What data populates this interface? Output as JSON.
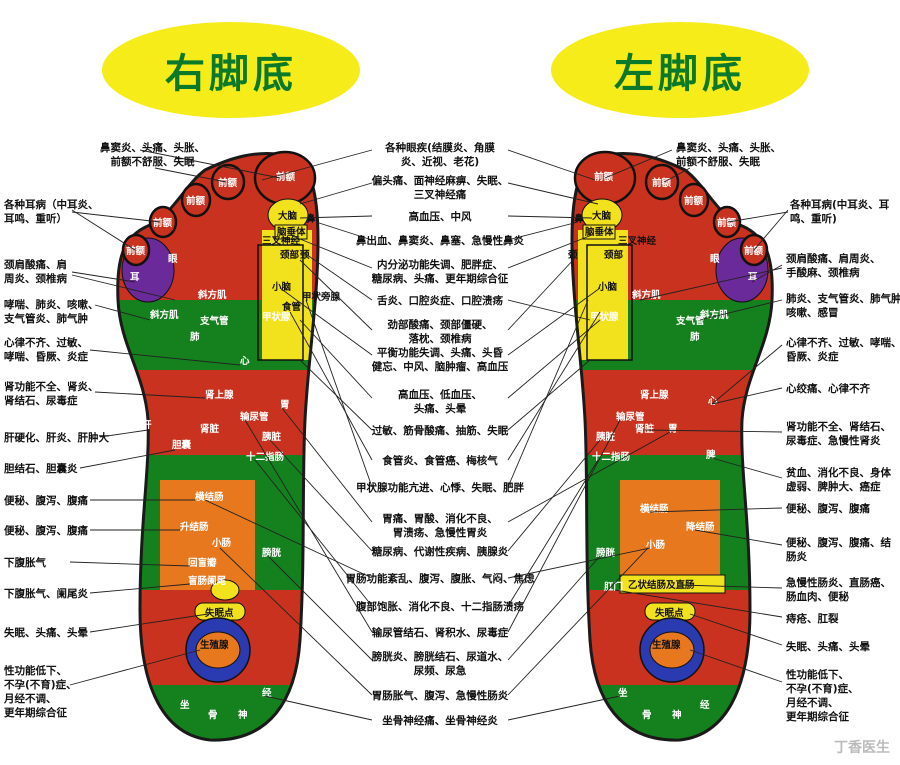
{
  "titles": {
    "right": "右脚底",
    "left": "左脚底"
  },
  "left_col": [
    "鼻窦炎、头痛、头胀、\n前额不舒服、失眠",
    "各种耳病（中耳炎、\n耳鸣、重听）",
    "颈肩酸痛、肩\n周炎、颈椎病",
    "哮喘、肺炎、咳嗽、\n支气管炎、肺气肿",
    "心律不齐、过敏、\n哮喘、昏厥、炎症",
    "肾功能不全、肾炎、\n肾结石、尿毒症",
    "肝硬化、肝炎、肝肿大",
    "胆结石、胆囊炎",
    "便秘、腹泻、腹痛",
    "便秘、腹泻、腹痛",
    "下腹胀气",
    "下腹胀气、阑尾炎",
    "失眠、头痛、头晕",
    "性功能低下、\n不孕(不育)症、\n月经不调、\n更年期综合征"
  ],
  "center_col": [
    "各种眼疾(结膜炎、角膜\n炎、近视、老花)",
    "偏头痛、面神经麻痹、失眠、\n三叉神经痛",
    "高血压、中风",
    "鼻出血、鼻窦炎、鼻塞、急慢性鼻炎",
    "内分泌功能失调、肥胖症、\n糖尿病、头痛、更年期综合征",
    "舌炎、口腔炎症、口腔溃疡",
    "劲部酸痛、颈部僵硬、\n落枕、颈椎病",
    "平衡功能失调、头痛、头昏\n健忘、中风、脑肿瘤、高血压",
    "高血压、低血压、\n头痛、头晕",
    "过敏、筋骨酸痛、抽筋、失眠",
    "食管炎、食管癌、梅核气",
    "甲状腺功能亢进、心悸、失眠、肥胖",
    "胃痛、胃酸、消化不良、\n胃溃疡、急慢性胃炎",
    "糖尿病、代谢性疾病、胰腺炎",
    "胃肠功能紊乱、腹泻、腹胀、气闷、焦虑",
    "腹部饱胀、消化不良、十二指肠溃疡",
    "输尿管结石、肾积水、尿毒症",
    "膀胱炎、膀胱结石、尿道水、\n尿频、尿急",
    "胃肠胀气、腹泻、急慢性肠炎",
    "坐骨神经痛、坐骨神经炎"
  ],
  "right_col": [
    "鼻窦炎、头痛、头胀、\n前额不舒服、失眠",
    "各种耳病(中耳炎、耳\n鸣、重听)",
    "颈肩酸痛、肩周炎、\n手酸麻、颈椎病",
    "肺炎、支气管炎、肺气肿\n咳嗽、感冒",
    "心律不齐、过敏、哮喘、\n昏厥、炎症",
    "心绞痛、心律不齐",
    "肾功能不全、肾结石、\n尿毒症、急慢性肾炎",
    "贫血、消化不良、身体\n虚弱、脾肿大、癌症",
    "便秘、腹泻、腹痛",
    "便秘、腹泻、腹痛、结\n肠炎",
    "急慢性肠炎、直肠癌、\n肠血肉、便秘",
    "痔疮、肛裂",
    "失眠、头痛、头晕",
    "性功能低下、\n不孕(不育)症、\n月经不调、\n更年期综合征"
  ],
  "zones_right": [
    "前额",
    "前额",
    "前额",
    "前额",
    "前额",
    "大脑",
    "脑垂体",
    "颈",
    "眼",
    "耳",
    "斜方肌",
    "斜方肌",
    "肺",
    "支气管",
    "心",
    "肾上腺",
    "肾脏",
    "肝",
    "胆囊",
    "胃",
    "胰脏",
    "十二指肠",
    "横结肠",
    "升结肠",
    "回盲瓣",
    "盲肠阑尾",
    "小肠",
    "膀胱",
    "输尿管",
    "失眠点",
    "生殖腺",
    "坐",
    "骨",
    "神",
    "经",
    "鼻",
    "三叉神经",
    "颈部",
    "小脑",
    "甲状腺",
    "食管",
    "甲状旁腺"
  ],
  "zones_left": [
    "前额",
    "前额",
    "前额",
    "前额",
    "前额",
    "大脑",
    "脑垂体",
    "鼻",
    "颈",
    "眼",
    "耳",
    "斜方肌",
    "斜方肌",
    "肺",
    "支气管",
    "心",
    "肾上腺",
    "肾脏",
    "脾",
    "胃",
    "胰脏",
    "十二指肠",
    "横结肠",
    "降结肠",
    "小肠",
    "乙状结肠及直肠",
    "肛门",
    "膀胱",
    "输尿管",
    "失眠点",
    "生殖腺",
    "坐",
    "骨",
    "神",
    "经",
    "甲状腺",
    "颈部",
    "三叉神经",
    "小脑"
  ],
  "watermark": "丁香医生",
  "colors": {
    "title_bg": "#f5ec1a",
    "title_text": "#0a7a2a",
    "foot_border": "#1a1a1a",
    "red": "#c8321e",
    "orange": "#e8781e",
    "green": "#15801e",
    "yellow": "#f2e21e",
    "purple": "#6a2a9a",
    "blue": "#2a3ab0"
  }
}
